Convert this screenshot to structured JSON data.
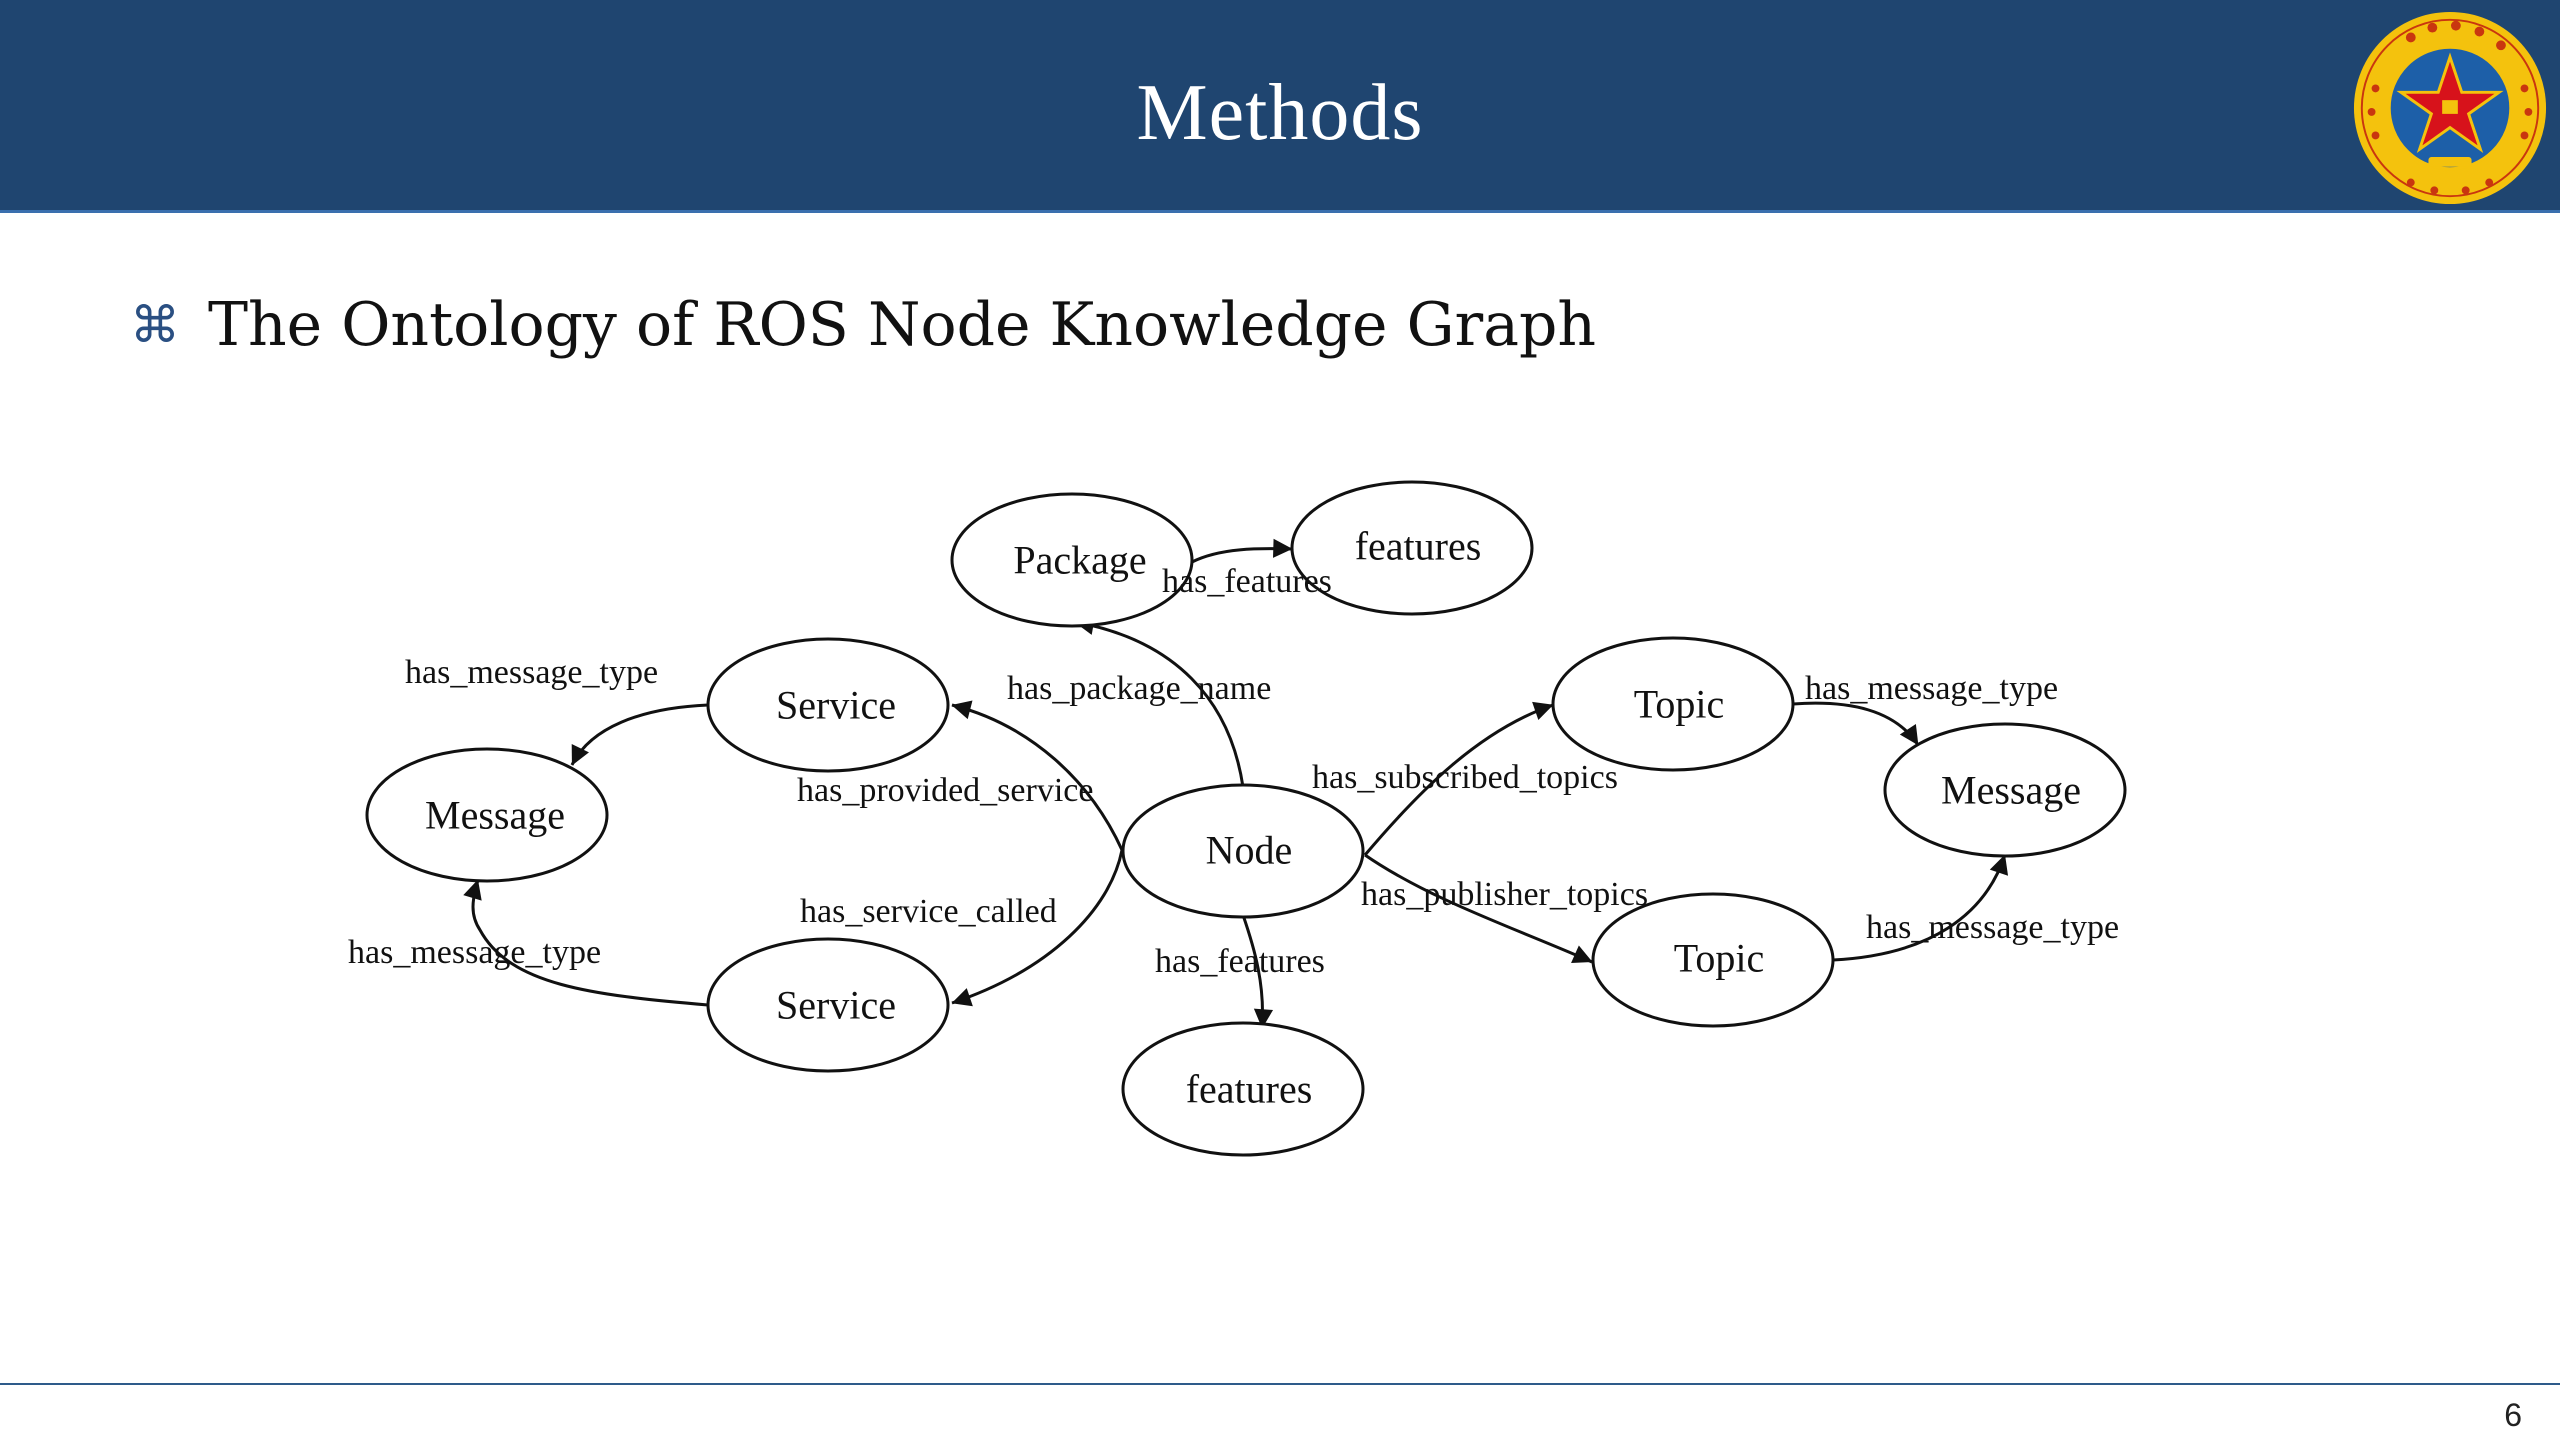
{
  "slide": {
    "title": "Methods",
    "subtitle": "The Ontology of ROS Node Knowledge Graph",
    "bullet_icon": "command-key-icon",
    "page_number": "6",
    "colors": {
      "header": "#1f4570",
      "accent": "#2a4f82",
      "logo_gold": "#f4c20d",
      "logo_blue": "#1d5fa8",
      "logo_red": "#d7121b"
    }
  },
  "diagram": {
    "nodes": {
      "package": "Package",
      "features_top": "features",
      "service_top": "Service",
      "message_left": "Message",
      "service_bottom": "Service",
      "node": "Node",
      "features_bottom": "features",
      "topic_top": "Topic",
      "message_right": "Message",
      "topic_bottom": "Topic"
    },
    "edges": {
      "package_features": "has_features",
      "node_package": "has_package_name",
      "service_top_message": "has_message_type",
      "node_provided_service": "has_provided_service",
      "node_service_called": "has_service_called",
      "service_bottom_message": "has_message_type",
      "node_features": "has_features",
      "node_subscribed": "has_subscribed_topics",
      "node_publisher": "has_publisher_topics",
      "topic_top_message": "has_message_type",
      "topic_bottom_message": "has_message_type"
    }
  }
}
